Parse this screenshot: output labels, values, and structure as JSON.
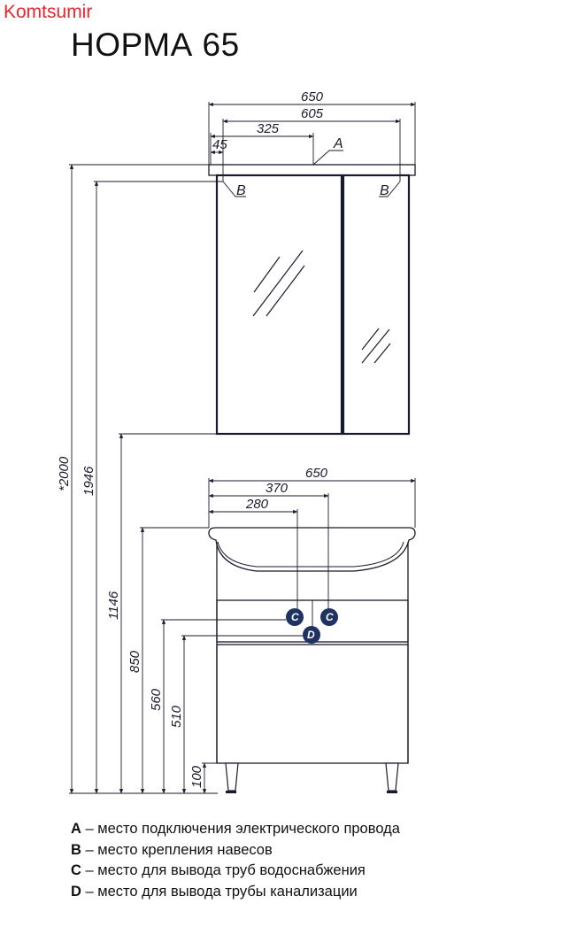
{
  "brand": "Komtsumir",
  "title": "НОРМА 65",
  "colors": {
    "brand": "#e8262d",
    "badge": "#1f3363",
    "lines": "#1a1a2e"
  },
  "mirror_cabinet": {
    "width_total": "650",
    "width_inner": "605",
    "a_offset": "325",
    "b_offset": "45",
    "marker_a": "A",
    "marker_b_left": "B",
    "marker_b_right": "B"
  },
  "vanity": {
    "width": "650",
    "c_right_offset": "370",
    "c_left_offset": "280",
    "marker_c_left": "C",
    "marker_c_right": "C",
    "marker_d": "D"
  },
  "heights": {
    "h2000": "*2000",
    "h1946": "1946",
    "h1146": "1146",
    "h850": "850",
    "h560": "560",
    "h510": "510",
    "h100": "100"
  },
  "legend": [
    {
      "key": "A",
      "text": " – место подключения электрического провода"
    },
    {
      "key": "B",
      "text": " – место крепления навесов"
    },
    {
      "key": "C",
      "text": " – место для вывода труб водоснабжения"
    },
    {
      "key": "D",
      "text": " – место для вывода трубы канализации"
    }
  ]
}
